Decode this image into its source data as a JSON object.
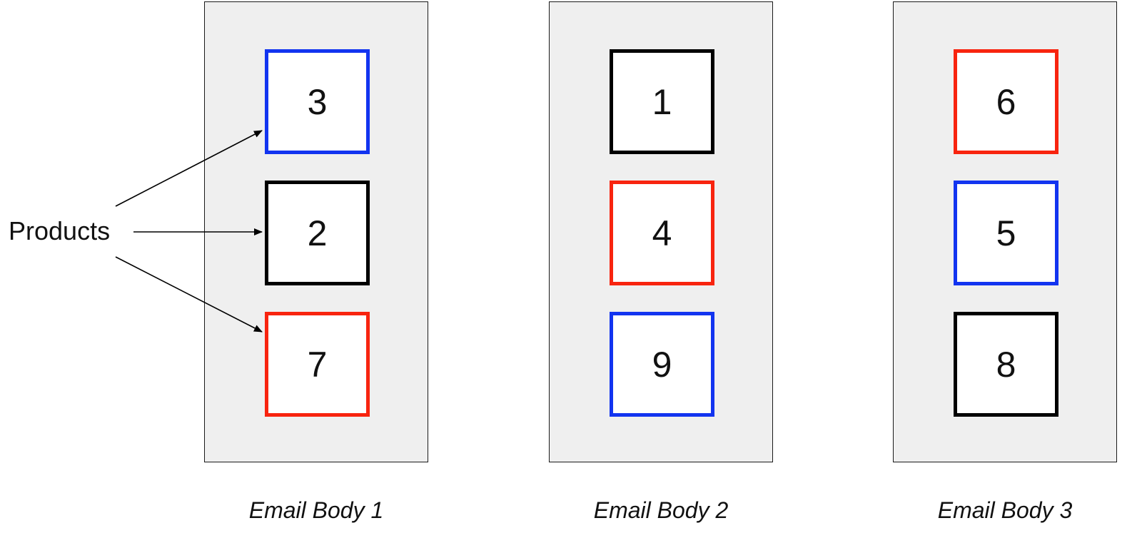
{
  "label": "Products",
  "colors": {
    "blue": "#1234f0",
    "red": "#f8240f",
    "black": "#000000",
    "panel_bg": "#efefef"
  },
  "email_bodies": [
    {
      "caption": "Email Body 1",
      "products": [
        {
          "number": "3",
          "border": "blue"
        },
        {
          "number": "2",
          "border": "black"
        },
        {
          "number": "7",
          "border": "red"
        }
      ]
    },
    {
      "caption": "Email Body 2",
      "products": [
        {
          "number": "1",
          "border": "black"
        },
        {
          "number": "4",
          "border": "red"
        },
        {
          "number": "9",
          "border": "blue"
        }
      ]
    },
    {
      "caption": "Email Body 3",
      "products": [
        {
          "number": "6",
          "border": "red"
        },
        {
          "number": "5",
          "border": "blue"
        },
        {
          "number": "8",
          "border": "black"
        }
      ]
    }
  ]
}
